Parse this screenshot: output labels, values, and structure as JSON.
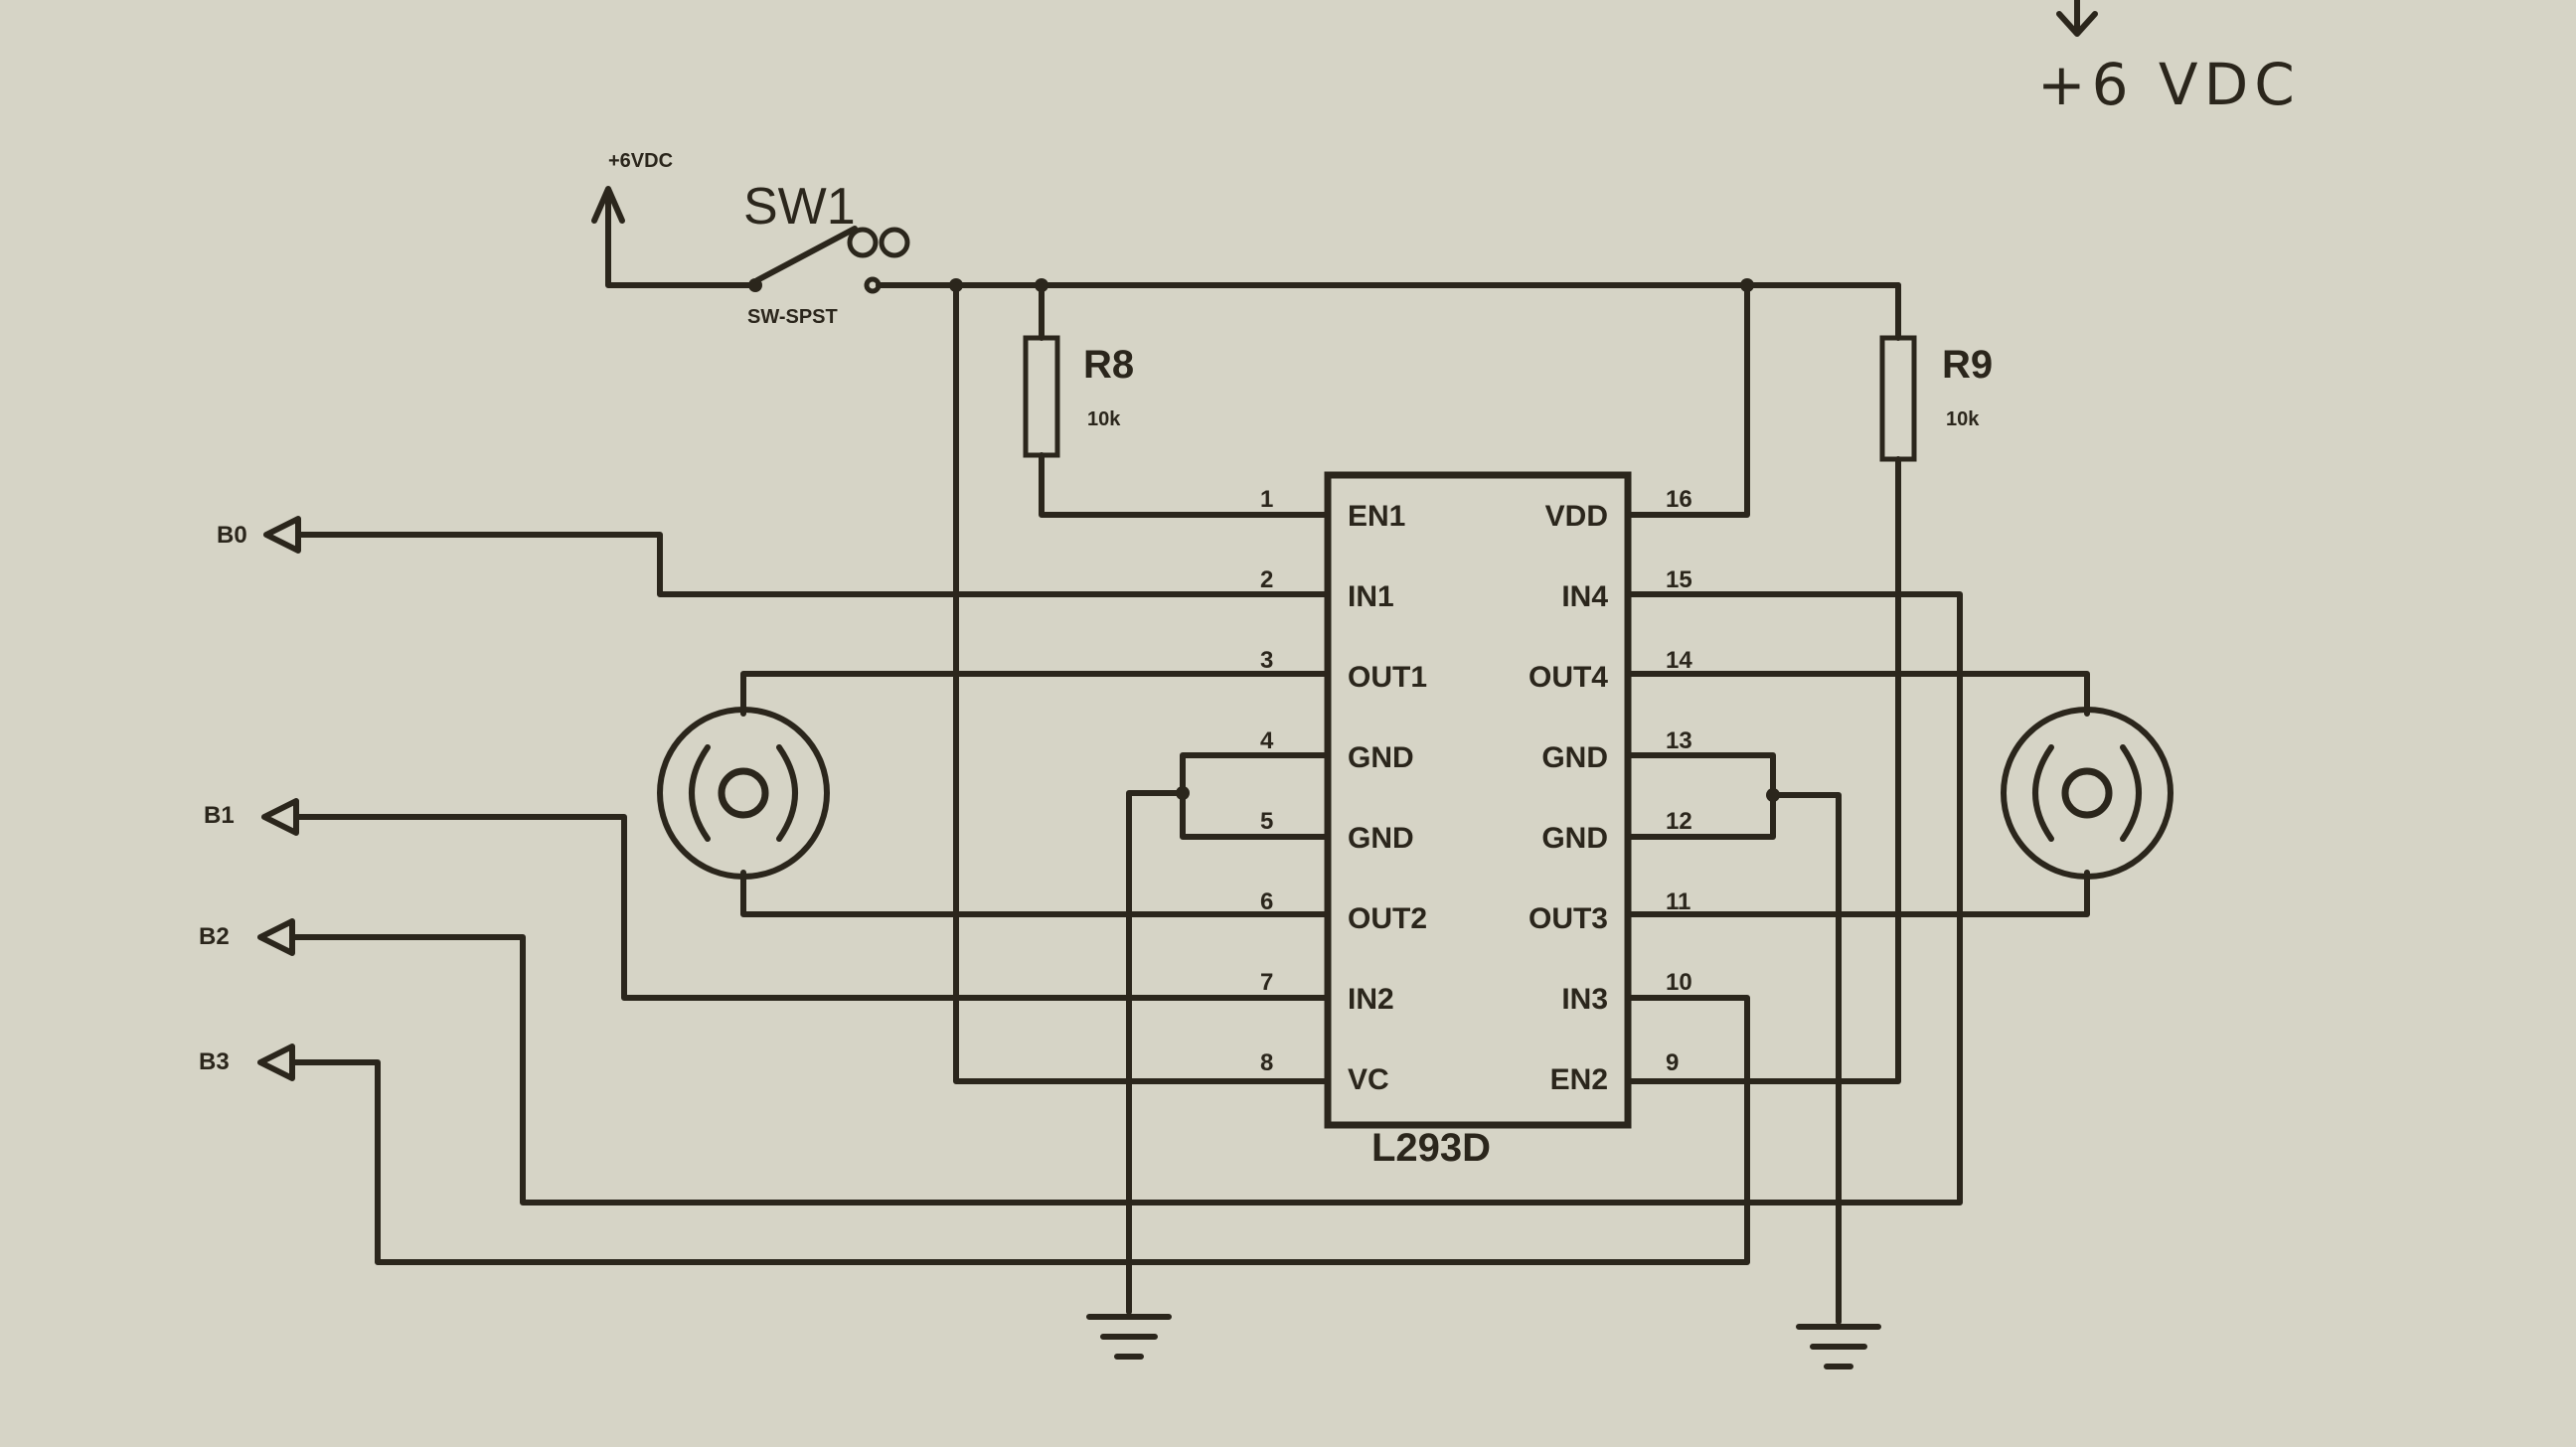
{
  "supply": {
    "handwritten": "+6 VDC",
    "small": "+6VDC"
  },
  "switch": {
    "ref": "SW1",
    "part": "SW-SPST"
  },
  "resistors": [
    {
      "ref": "R8",
      "value": "10k"
    },
    {
      "ref": "R9",
      "value": "10k"
    }
  ],
  "ic": {
    "name": "L293D",
    "left_pins": [
      {
        "num": "1",
        "name": "EN1"
      },
      {
        "num": "2",
        "name": "IN1"
      },
      {
        "num": "3",
        "name": "OUT1"
      },
      {
        "num": "4",
        "name": "GND"
      },
      {
        "num": "5",
        "name": "GND"
      },
      {
        "num": "6",
        "name": "OUT2"
      },
      {
        "num": "7",
        "name": "IN2"
      },
      {
        "num": "8",
        "name": "VC"
      }
    ],
    "right_pins": [
      {
        "num": "16",
        "name": "VDD"
      },
      {
        "num": "15",
        "name": "IN4"
      },
      {
        "num": "14",
        "name": "OUT4"
      },
      {
        "num": "13",
        "name": "GND"
      },
      {
        "num": "12",
        "name": "GND"
      },
      {
        "num": "11",
        "name": "OUT3"
      },
      {
        "num": "10",
        "name": "IN3"
      },
      {
        "num": "9",
        "name": "EN2"
      }
    ]
  },
  "ports": [
    "B0",
    "B1",
    "B2",
    "B3"
  ]
}
